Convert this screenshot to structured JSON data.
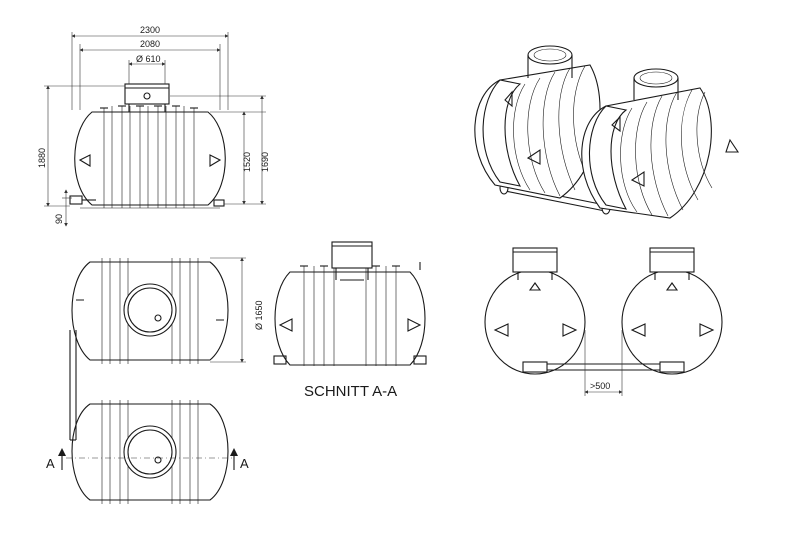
{
  "dimensions": {
    "total_width": "2300",
    "inner_width": "2080",
    "dome_diameter": "Ø 610",
    "total_height": "1880",
    "height_1520": "1520",
    "height_1690": "1690",
    "foot_height": "90",
    "diameter_side": "Ø 1650",
    "spacing": ">500"
  },
  "labels": {
    "section": "SCHNITT A-A",
    "arrow_left": "A",
    "arrow_right": "A"
  },
  "colors": {
    "line": "#1a1a1a",
    "background": "#ffffff"
  }
}
